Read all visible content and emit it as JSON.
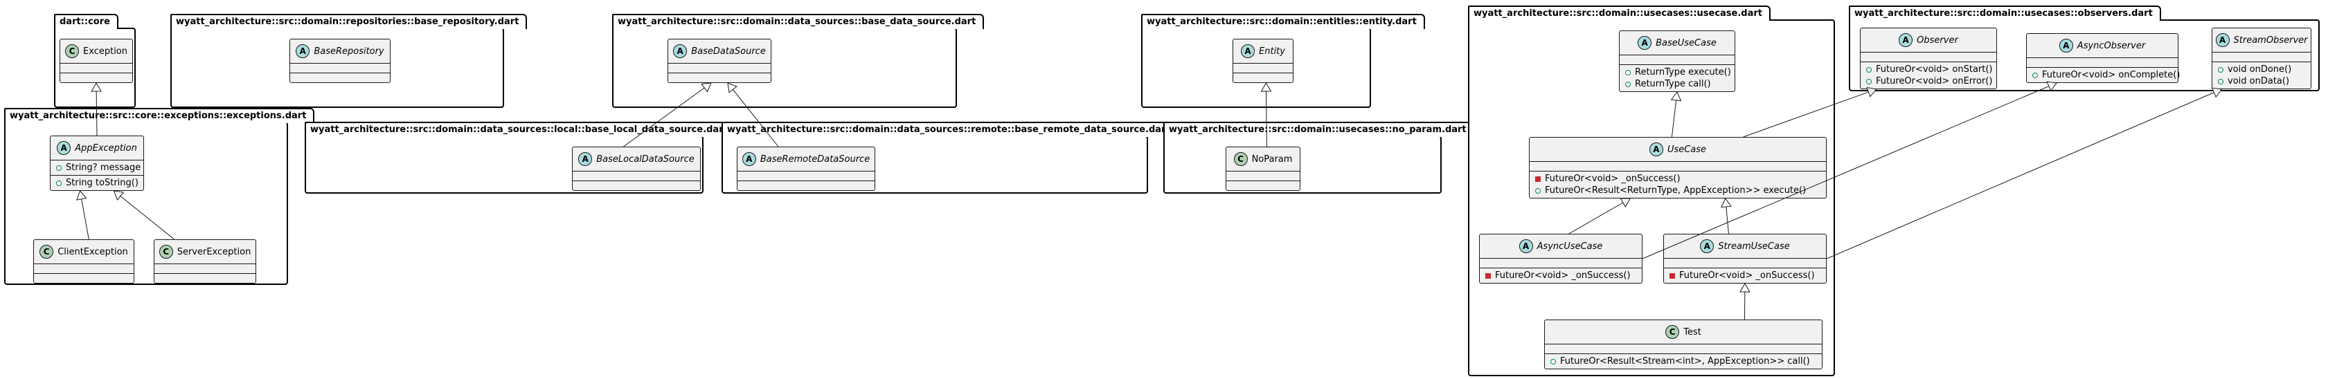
{
  "packages": [
    {
      "id": "dart_core",
      "name": "dart::core"
    },
    {
      "id": "exceptions",
      "name": "wyatt_architecture::src::core::exceptions::exceptions.dart"
    },
    {
      "id": "base_repository",
      "name": "wyatt_architecture::src::domain::repositories::base_repository.dart"
    },
    {
      "id": "base_data_source",
      "name": "wyatt_architecture::src::domain::data_sources::base_data_source.dart"
    },
    {
      "id": "local_data_source",
      "name": "wyatt_architecture::src::domain::data_sources::local::base_local_data_source.dart"
    },
    {
      "id": "remote_data_source",
      "name": "wyatt_architecture::src::domain::data_sources::remote::base_remote_data_source.dart"
    },
    {
      "id": "entities",
      "name": "wyatt_architecture::src::domain::entities::entity.dart"
    },
    {
      "id": "no_param",
      "name": "wyatt_architecture::src::domain::usecases::no_param.dart"
    },
    {
      "id": "usecase",
      "name": "wyatt_architecture::src::domain::usecases::usecase.dart"
    },
    {
      "id": "observers",
      "name": "wyatt_architecture::src::domain::usecases::observers.dart"
    }
  ],
  "classes": [
    {
      "id": "Exception",
      "name": "Exception",
      "kind": "C",
      "abstract": false,
      "attributes": [],
      "methods": []
    },
    {
      "id": "AppException",
      "name": "AppException",
      "kind": "A",
      "abstract": true,
      "attributes": [
        {
          "vis": "pub",
          "text": "String? message"
        }
      ],
      "methods": [
        {
          "vis": "pub",
          "text": "String toString()"
        }
      ]
    },
    {
      "id": "ClientException",
      "name": "ClientException",
      "kind": "C",
      "abstract": false,
      "attributes": [],
      "methods": []
    },
    {
      "id": "ServerException",
      "name": "ServerException",
      "kind": "C",
      "abstract": false,
      "attributes": [],
      "methods": []
    },
    {
      "id": "BaseRepository",
      "name": "BaseRepository",
      "kind": "A",
      "abstract": true,
      "attributes": [],
      "methods": []
    },
    {
      "id": "BaseDataSource",
      "name": "BaseDataSource",
      "kind": "A",
      "abstract": true,
      "attributes": [],
      "methods": []
    },
    {
      "id": "BaseLocalDataSource",
      "name": "BaseLocalDataSource",
      "kind": "A",
      "abstract": true,
      "attributes": [],
      "methods": []
    },
    {
      "id": "BaseRemoteDataSource",
      "name": "BaseRemoteDataSource",
      "kind": "A",
      "abstract": true,
      "attributes": [],
      "methods": []
    },
    {
      "id": "Entity",
      "name": "Entity",
      "kind": "A",
      "abstract": true,
      "attributes": [],
      "methods": []
    },
    {
      "id": "NoParam",
      "name": "NoParam",
      "kind": "C",
      "abstract": false,
      "attributes": [],
      "methods": []
    },
    {
      "id": "BaseUseCase",
      "name": "BaseUseCase",
      "kind": "A",
      "abstract": true,
      "attributes": [],
      "methods": [
        {
          "vis": "pub",
          "text": "ReturnType execute()"
        },
        {
          "vis": "pub",
          "text": "ReturnType call()"
        }
      ]
    },
    {
      "id": "UseCase",
      "name": "UseCase",
      "kind": "A",
      "abstract": true,
      "attributes": [],
      "methods": [
        {
          "vis": "priv",
          "text": "FutureOr<void> _onSuccess()"
        },
        {
          "vis": "pub",
          "text": "FutureOr<Result<ReturnType, AppException>> execute()"
        }
      ]
    },
    {
      "id": "AsyncUseCase",
      "name": "AsyncUseCase",
      "kind": "A",
      "abstract": true,
      "attributes": [],
      "methods": [
        {
          "vis": "priv",
          "text": "FutureOr<void> _onSuccess()"
        }
      ]
    },
    {
      "id": "StreamUseCase",
      "name": "StreamUseCase",
      "kind": "A",
      "abstract": true,
      "attributes": [],
      "methods": [
        {
          "vis": "priv",
          "text": "FutureOr<void> _onSuccess()"
        }
      ]
    },
    {
      "id": "Test",
      "name": "Test",
      "kind": "C",
      "abstract": false,
      "attributes": [],
      "methods": [
        {
          "vis": "pub",
          "text": "FutureOr<Result<Stream<int>, AppException>> call()"
        }
      ]
    },
    {
      "id": "Observer",
      "name": "Observer",
      "kind": "A",
      "abstract": true,
      "attributes": [],
      "methods": [
        {
          "vis": "pub",
          "text": "FutureOr<void> onStart()"
        },
        {
          "vis": "pub",
          "text": "FutureOr<void> onError()"
        }
      ]
    },
    {
      "id": "AsyncObserver",
      "name": "AsyncObserver",
      "kind": "A",
      "abstract": true,
      "attributes": [],
      "methods": [
        {
          "vis": "pub",
          "text": "FutureOr<void> onComplete()"
        }
      ]
    },
    {
      "id": "StreamObserver",
      "name": "StreamObserver",
      "kind": "A",
      "abstract": true,
      "attributes": [],
      "methods": [
        {
          "vis": "pub",
          "text": "void onDone()"
        },
        {
          "vis": "pub",
          "text": "void onData()"
        }
      ]
    }
  ],
  "relations": [
    {
      "from": "AppException",
      "to": "Exception",
      "type": "extends"
    },
    {
      "from": "ClientException",
      "to": "AppException",
      "type": "extends"
    },
    {
      "from": "ServerException",
      "to": "AppException",
      "type": "extends"
    },
    {
      "from": "BaseLocalDataSource",
      "to": "BaseDataSource",
      "type": "extends"
    },
    {
      "from": "BaseRemoteDataSource",
      "to": "BaseDataSource",
      "type": "extends"
    },
    {
      "from": "NoParam",
      "to": "Entity",
      "type": "extends"
    },
    {
      "from": "UseCase",
      "to": "BaseUseCase",
      "type": "extends"
    },
    {
      "from": "UseCase",
      "to": "Observer",
      "type": "extends"
    },
    {
      "from": "AsyncUseCase",
      "to": "UseCase",
      "type": "extends"
    },
    {
      "from": "StreamUseCase",
      "to": "UseCase",
      "type": "extends"
    },
    {
      "from": "AsyncUseCase",
      "to": "AsyncObserver",
      "type": "extends"
    },
    {
      "from": "StreamUseCase",
      "to": "StreamObserver",
      "type": "extends"
    },
    {
      "from": "Test",
      "to": "StreamUseCase",
      "type": "extends"
    }
  ]
}
